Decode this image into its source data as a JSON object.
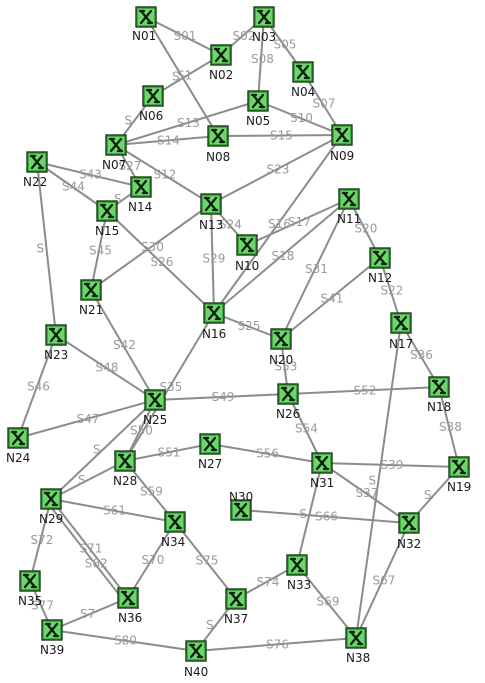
{
  "colors": {
    "node_fill": "#3fa83f",
    "node_x": "#0a1f0a",
    "edge": "#8c8c8c",
    "edge_label": "#9a9a9a"
  },
  "node_icon": "switch-x-icon",
  "nodes": [
    {
      "id": "N01",
      "label": "N01"
    },
    {
      "id": "N02",
      "label": "N02"
    },
    {
      "id": "N03",
      "label": "N03"
    },
    {
      "id": "N04",
      "label": "N04"
    },
    {
      "id": "N05",
      "label": "N05"
    },
    {
      "id": "N06",
      "label": "N06"
    },
    {
      "id": "N07",
      "label": "N07"
    },
    {
      "id": "N08",
      "label": "N08"
    },
    {
      "id": "N09",
      "label": "N09"
    },
    {
      "id": "N10",
      "label": "N10"
    },
    {
      "id": "N11",
      "label": "N11"
    },
    {
      "id": "N12",
      "label": "N12"
    },
    {
      "id": "N13",
      "label": "N13"
    },
    {
      "id": "N14",
      "label": "N14"
    },
    {
      "id": "N15",
      "label": "N15"
    },
    {
      "id": "N16",
      "label": "N16"
    },
    {
      "id": "N17",
      "label": "N17"
    },
    {
      "id": "N18",
      "label": "N18"
    },
    {
      "id": "N19",
      "label": "N19"
    },
    {
      "id": "N20",
      "label": "N20"
    },
    {
      "id": "N21",
      "label": "N21"
    },
    {
      "id": "N22",
      "label": "N22"
    },
    {
      "id": "N23",
      "label": "N23"
    },
    {
      "id": "N24",
      "label": "N24"
    },
    {
      "id": "N25",
      "label": "N25"
    },
    {
      "id": "N26",
      "label": "N26"
    },
    {
      "id": "N27",
      "label": "N27"
    },
    {
      "id": "N28",
      "label": "N28"
    },
    {
      "id": "N29",
      "label": "N29"
    },
    {
      "id": "N30",
      "label": "N30"
    },
    {
      "id": "N31",
      "label": "N31"
    },
    {
      "id": "N32",
      "label": "N32"
    },
    {
      "id": "N33",
      "label": "N33"
    },
    {
      "id": "N34",
      "label": "N34"
    },
    {
      "id": "N35",
      "label": "N35"
    },
    {
      "id": "N36",
      "label": "N36"
    },
    {
      "id": "N37",
      "label": "N37"
    },
    {
      "id": "N38",
      "label": "N38"
    },
    {
      "id": "N39",
      "label": "N39"
    },
    {
      "id": "N40",
      "label": "N40"
    }
  ],
  "edges": [
    {
      "label": "S01",
      "from": "N01",
      "to": "N02"
    },
    {
      "label": "S02",
      "from": "N02",
      "to": "N03"
    },
    {
      "label": "S05",
      "from": "N03",
      "to": "N04"
    },
    {
      "label": "S08",
      "from": "N03",
      "to": "N05"
    },
    {
      "label": "S1",
      "from": "N02",
      "to": "N06"
    },
    {
      "label": "S07",
      "from": "N04",
      "to": "N09"
    },
    {
      "label": "S10",
      "from": "N05",
      "to": "N09"
    },
    {
      "label": "S",
      "from": "N01",
      "to": "N08"
    },
    {
      "label": "S13",
      "from": "N07",
      "to": "N05"
    },
    {
      "label": "S14",
      "from": "N07",
      "to": "N08"
    },
    {
      "label": "S15",
      "from": "N08",
      "to": "N09"
    },
    {
      "label": "S",
      "from": "N06",
      "to": "N07"
    },
    {
      "label": "S27",
      "from": "N07",
      "to": "N14"
    },
    {
      "label": "S12",
      "from": "N07",
      "to": "N13"
    },
    {
      "label": "S23",
      "from": "N09",
      "to": "N13"
    },
    {
      "label": "S16",
      "from": "N09",
      "to": "N16"
    },
    {
      "label": "S43",
      "from": "N22",
      "to": "N14"
    },
    {
      "label": "S44",
      "from": "N22",
      "to": "N15"
    },
    {
      "label": "S45",
      "from": "N15",
      "to": "N21"
    },
    {
      "label": "S26",
      "from": "N15",
      "to": "N16"
    },
    {
      "label": "S30",
      "from": "N21",
      "to": "N13"
    },
    {
      "label": "S29",
      "from": "N13",
      "to": "N16"
    },
    {
      "label": "S24",
      "from": "N13",
      "to": "N10"
    },
    {
      "label": "S17",
      "from": "N10",
      "to": "N11"
    },
    {
      "label": "S18",
      "from": "N11",
      "to": "N16"
    },
    {
      "label": "S31",
      "from": "N11",
      "to": "N20"
    },
    {
      "label": "S20",
      "from": "N11",
      "to": "N12"
    },
    {
      "label": "S41",
      "from": "N12",
      "to": "N20"
    },
    {
      "label": "S22",
      "from": "N12",
      "to": "N17"
    },
    {
      "label": "S25",
      "from": "N16",
      "to": "N20"
    },
    {
      "label": "S",
      "from": "N14",
      "to": "N15"
    },
    {
      "label": "S42",
      "from": "N21",
      "to": "N25"
    },
    {
      "label": "S48",
      "from": "N23",
      "to": "N25"
    },
    {
      "label": "S46",
      "from": "N23",
      "to": "N24"
    },
    {
      "label": "S",
      "from": "N22",
      "to": "N23"
    },
    {
      "label": "S47",
      "from": "N24",
      "to": "N25"
    },
    {
      "label": "S49",
      "from": "N25",
      "to": "N26"
    },
    {
      "label": "S53",
      "from": "N20",
      "to": "N26"
    },
    {
      "label": "S52",
      "from": "N26",
      "to": "N18"
    },
    {
      "label": "S36",
      "from": "N17",
      "to": "N18"
    },
    {
      "label": "S38",
      "from": "N18",
      "to": "N19"
    },
    {
      "label": "S54",
      "from": "N26",
      "to": "N31"
    },
    {
      "label": "S35",
      "from": "N16",
      "to": "N28"
    },
    {
      "label": "S50",
      "from": "N25",
      "to": "N28"
    },
    {
      "label": "S51",
      "from": "N28",
      "to": "N27"
    },
    {
      "label": "S56",
      "from": "N27",
      "to": "N31"
    },
    {
      "label": "S39",
      "from": "N31",
      "to": "N19"
    },
    {
      "label": "S37",
      "from": "N31",
      "to": "N32"
    },
    {
      "label": "S",
      "from": "N19",
      "to": "N32"
    },
    {
      "label": "S",
      "from": "N25",
      "to": "N29"
    },
    {
      "label": "S",
      "from": "N28",
      "to": "N29"
    },
    {
      "label": "S59",
      "from": "N28",
      "to": "N34"
    },
    {
      "label": "S61",
      "from": "N29",
      "to": "N34"
    },
    {
      "label": "S71",
      "from": "N29",
      "to": "N36"
    },
    {
      "label": "S62",
      "from": "N29",
      "to": "N36"
    },
    {
      "label": "S72",
      "from": "N29",
      "to": "N35"
    },
    {
      "label": "S70",
      "from": "N34",
      "to": "N36"
    },
    {
      "label": "S75",
      "from": "N34",
      "to": "N37"
    },
    {
      "label": "S66",
      "from": "N30",
      "to": "N32"
    },
    {
      "label": "S67",
      "from": "N32",
      "to": "N38"
    },
    {
      "label": "S74",
      "from": "N37",
      "to": "N33"
    },
    {
      "label": "S",
      "from": "N31",
      "to": "N33"
    },
    {
      "label": "S69",
      "from": "N33",
      "to": "N38"
    },
    {
      "label": "S",
      "from": "N17",
      "to": "N38"
    },
    {
      "label": "S77",
      "from": "N35",
      "to": "N39"
    },
    {
      "label": "S7",
      "from": "N36",
      "to": "N39"
    },
    {
      "label": "S80",
      "from": "N39",
      "to": "N40"
    },
    {
      "label": "S76",
      "from": "N40",
      "to": "N38"
    },
    {
      "label": "S",
      "from": "N37",
      "to": "N40"
    }
  ]
}
